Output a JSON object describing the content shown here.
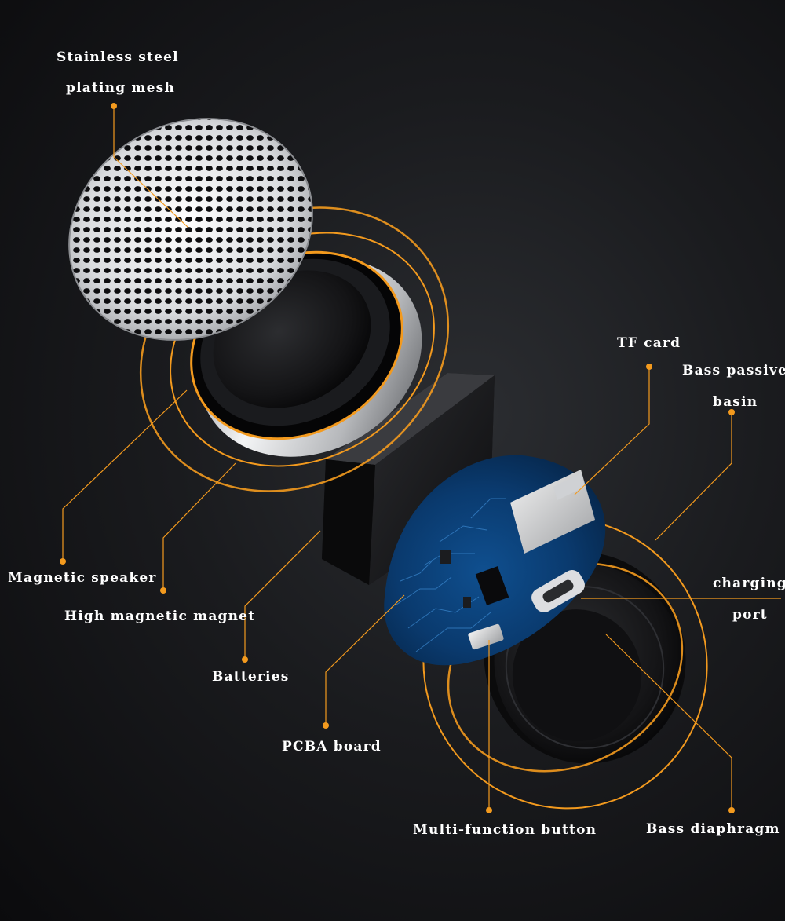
{
  "accent_color": "#f39a1e",
  "labels": {
    "mesh_line1": "Stainless steel",
    "mesh_line2": "plating mesh",
    "tf_card": "TF card",
    "bass_passive_line1": "Bass passive",
    "bass_passive_line2": "basin",
    "magnetic_speaker": "Magnetic speaker",
    "high_magnetic_magnet": "High magnetic magnet",
    "charging_line1": "charging",
    "charging_line2": "port",
    "batteries": "Batteries",
    "pcba_board": "PCBA board",
    "multi_function_button": "Multi-function button",
    "bass_diaphragm": "Bass diaphragm"
  }
}
